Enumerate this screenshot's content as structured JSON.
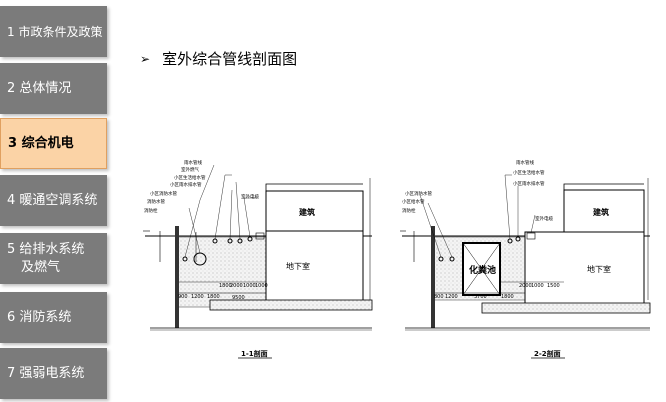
{
  "sidebar": {
    "items": [
      {
        "label": "1 市政条件及政策"
      },
      {
        "label": "2 总体情况"
      },
      {
        "label": "3 综合机电"
      },
      {
        "label": "4 暖通空调系统"
      },
      {
        "label": "5 给排水系统"
      },
      {
        "label": "及燃气"
      },
      {
        "label": "6 消防系统"
      },
      {
        "label": "7 强弱电系统"
      }
    ]
  },
  "main": {
    "bullet": "➢",
    "title": "室外综合管线剖面图"
  },
  "section_1": {
    "building": "建筑",
    "basement": "地下室",
    "caption": "1-1剖面",
    "dims": [
      "900",
      "1200",
      "1800",
      "1800",
      "2000",
      "1000",
      "1000",
      "9500"
    ],
    "pipe_labels": [
      "雨水管线",
      "室外燃气",
      "小区生活给水管",
      "小区雨水排水管",
      "小区消防水管",
      "消防水管",
      "室外电缆",
      "消防栓"
    ]
  },
  "section_2": {
    "building": "建筑",
    "basement": "地下室",
    "septic": "化粪池",
    "caption": "2-2剖面",
    "dims": [
      "800",
      "1200",
      "1800",
      "2000",
      "1000",
      "1500",
      "3700"
    ],
    "pipe_labels": [
      "雨水管线",
      "小区生活给水管",
      "小区雨水排水管",
      "小区消防水管",
      "小区给水管",
      "消防栓",
      "室外电缆"
    ]
  }
}
